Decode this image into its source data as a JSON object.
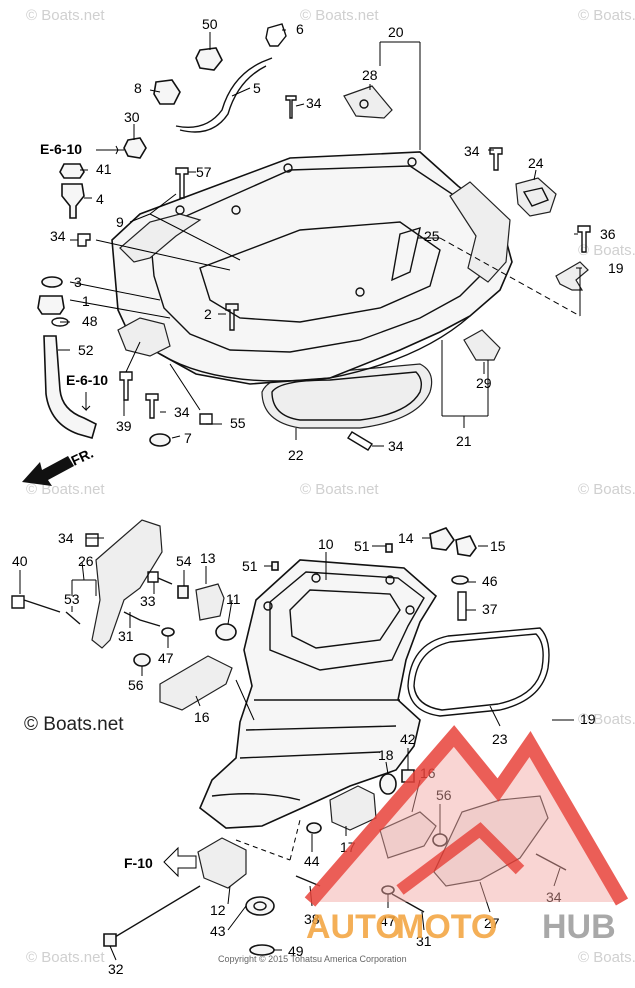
{
  "watermarks": {
    "text": "© Boats.net",
    "mid_left": "© Boats.net"
  },
  "refs": {
    "e610_top": "E-6-10",
    "e610_mid": "E-6-10",
    "f10": "F-10",
    "fr": "FR."
  },
  "copyright": "Copyright © 2015 Tohatsu America Corporation",
  "logo": {
    "part1": "AUTO",
    "part2": "MOTO",
    "part3": "HUB",
    "color_red": "#e8423a",
    "color_pink": "#f2a5a0",
    "color_orange": "#f3a23a",
    "color_gray": "#9a9a9a"
  },
  "top_labels": {
    "l50": "50",
    "l6": "6",
    "l20": "20",
    "l28": "28",
    "l8": "8",
    "l5": "5",
    "l34a": "34",
    "l30": "30",
    "l34b": "34",
    "l24": "24",
    "l41": "41",
    "l57": "57",
    "l4": "4",
    "l9": "9",
    "l36": "36",
    "l34c": "34",
    "l25": "25",
    "l19": "19",
    "l3": "3",
    "l1": "1",
    "l48": "48",
    "l2": "2",
    "l52": "52",
    "l29": "29",
    "l39": "39",
    "l34d": "34",
    "l7": "7",
    "l55": "55",
    "l21": "21",
    "l34e": "34",
    "l22": "22"
  },
  "bottom_labels": {
    "l34": "34",
    "l26": "26",
    "l40": "40",
    "l54": "54",
    "l13": "13",
    "l51a": "51",
    "l10": "10",
    "l51b": "51",
    "l14": "14",
    "l15": "15",
    "l46": "46",
    "l53": "53",
    "l33": "33",
    "l11": "11",
    "l37": "37",
    "l31a": "31",
    "l47a": "47",
    "l56a": "56",
    "l16a": "16",
    "l19": "19",
    "l23": "23",
    "l42": "42",
    "l18": "18",
    "l16b": "16",
    "l56b": "56",
    "l17": "17",
    "l44": "44",
    "l12": "12",
    "l38": "38",
    "l34b": "34",
    "l43": "43",
    "l49": "49",
    "l47b": "47",
    "l31b": "31",
    "l27": "27",
    "l32": "32"
  }
}
